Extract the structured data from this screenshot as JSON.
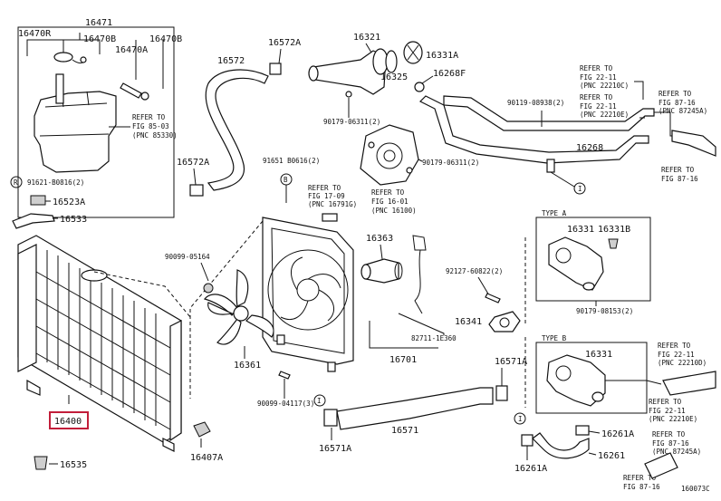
{
  "parts": {
    "p16471": "16471",
    "p16470R": "16470R",
    "p16470B_a": "16470B",
    "p16470A": "16470A",
    "p16470B_b": "16470B",
    "p16572A_top": "16572A",
    "p16572": "16572",
    "p16321": "16321",
    "p16331A": "16331A",
    "p16268F": "16268F",
    "p16325": "16325",
    "p90179_06311_a": "90179-06311(2)",
    "p90179_06311_b": "90179-06311(2)",
    "p90119_08938": "90119-08938(2)",
    "p16268": "16268",
    "p91621": "91621-B0816(2)",
    "p16572A_mid": "16572A",
    "p91651": "91651 B0616(2)",
    "p16523A": "16523A",
    "p16533": "16533",
    "p16363": "16363",
    "p90099_05164": "90099-05164",
    "p92127": "92127-60822(2)",
    "p16331_a": "16331",
    "p16331B": "16331B",
    "p90179_08153": "90179-08153(2)",
    "p16341": "16341",
    "p82711": "82711-1E360",
    "p16701": "16701",
    "p16361": "16361",
    "p90099_04117": "90099-04117(3)",
    "p16571A_r": "16571A",
    "p16331_b": "16331",
    "p16400": "16400",
    "p16571": "16571",
    "p16571A_b": "16571A",
    "p16261A": "16261A",
    "p16261": "16261",
    "p16261A_b": "16261A",
    "p16407A": "16407A",
    "p16535": "16535"
  },
  "refs": {
    "r1": [
      "REFER TO",
      "FIG 85-03",
      "(PNC 85330)"
    ],
    "r2": [
      "REFER TO",
      "FIG 17-09",
      "(PNC 16791G)"
    ],
    "r3": [
      "REFER TO",
      "FIG 16-01",
      "(PNC 16100)"
    ],
    "r4": [
      "REFER TO",
      "FIG 22-11",
      "(PNC 22210C)"
    ],
    "r5": [
      "REFER TO",
      "FIG 22-11",
      "(PNC 22210E)"
    ],
    "r6": [
      "REFER TO",
      "FIG 87-16",
      "(PNC 87245A)"
    ],
    "r7": [
      "REFER TO",
      "FIG 87-16"
    ],
    "r8": [
      "REFER TO",
      "FIG 22-11",
      "(PNC 22210D)"
    ],
    "r9": [
      "REFER TO",
      "FIG 22-11",
      "(PNC 22210E)"
    ],
    "r10": [
      "REFER TO",
      "FIG 87-16",
      "(PNC 87245A)"
    ],
    "r11": [
      "REFER TO",
      "FIG 87-16"
    ]
  },
  "markers": {
    "R": "R",
    "B": "B",
    "I": "I",
    "typA": "TYPE A",
    "typB": "TYPE B"
  },
  "diagram_id": "160073C",
  "highlight_color": "#c21e3a"
}
